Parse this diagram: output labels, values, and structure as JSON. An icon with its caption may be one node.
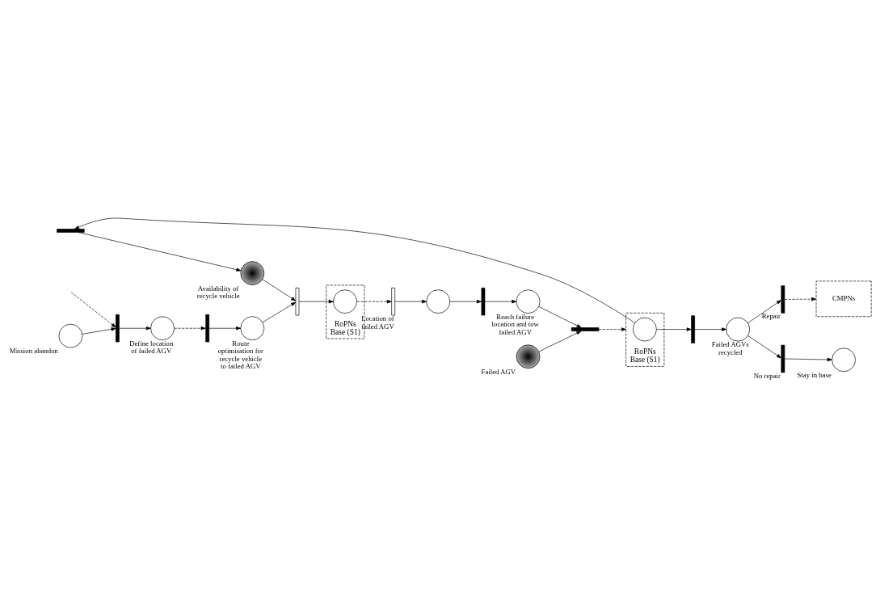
{
  "diagram": {
    "nodes": [
      {
        "text": [],
        "shape": "token",
        "beside": [
          "Availability of recycle vehicle"
        ]
      },
      {
        "text": [],
        "shape": "circle",
        "beside": [
          "Mission abandon"
        ]
      },
      {
        "text": [],
        "shape": "bar"
      },
      {
        "text": [],
        "shape": "circle",
        "beside": [
          "Define location of failed AGV"
        ]
      },
      {
        "text": [],
        "shape": "bar"
      },
      {
        "text": [],
        "shape": "circle",
        "beside": [
          "Route optimisation for recycle vehicle to failed AGV"
        ]
      },
      {
        "text": [],
        "shape": "box"
      },
      {
        "text": [
          "RoPNs",
          "Base (S1)"
        ]
      },
      {
        "text": [],
        "shape": "circle",
        "in": 7
      },
      {
        "text": [],
        "shape": "box",
        "beside": [
          "Location of failed AGV"
        ]
      },
      {
        "text": [],
        "shape": "circle"
      },
      {
        "text": [],
        "shape": "bar"
      },
      {
        "text": [],
        "shape": "circle",
        "beside": [
          "Reach failure location and tow failed AGV"
        ]
      },
      {
        "text": [],
        "shape": "token",
        "beside": [
          "Failed AGV"
        ]
      },
      {
        "text": [],
        "shape": "bar"
      },
      {
        "text": [
          "RoPNs",
          "Base (S1)"
        ]
      },
      {
        "text": [],
        "shape": "circle",
        "in": 15
      },
      {
        "text": [],
        "shape": "bar"
      },
      {
        "text": [],
        "shape": "circle",
        "beside": [
          "Failed AGVs recycled"
        ]
      },
      {
        "text": [],
        "shape": "bar",
        "beside": [
          "Repair"
        ]
      },
      {
        "text": [
          "CMPNs"
        ]
      },
      {
        "text": [],
        "shape": "bar",
        "beside": [
          "No repair"
        ]
      },
      {
        "text": [],
        "shape": "circle",
        "beside": [
          "Stay in base"
        ]
      },
      {
        "text": [],
        "shape": "bar"
      }
    ],
    "edges": [
      {
        "from": null,
        "to": 2,
        "arrow": "to",
        "style": "dashed"
      },
      {
        "from": 1,
        "to": 2,
        "arrow": "to"
      },
      {
        "from": 2,
        "to": 3,
        "arrow": "to"
      },
      {
        "from": 3,
        "to": 4,
        "arrow": "to",
        "style": "dashed"
      },
      {
        "from": 4,
        "to": 5,
        "arrow": "to"
      },
      {
        "from": 5,
        "to": 6,
        "arrow": "to"
      },
      {
        "from": 0,
        "to": 6,
        "arrow": "to"
      },
      {
        "from": 6,
        "to": 8,
        "arrow": "to"
      },
      {
        "from": 8,
        "to": 9,
        "arrow": "to",
        "style": "dashed"
      },
      {
        "from": 9,
        "to": 10,
        "arrow": "to"
      },
      {
        "from": 10,
        "to": 11,
        "arrow": "to"
      },
      {
        "from": 11,
        "to": 12,
        "arrow": "to"
      },
      {
        "from": 12,
        "to": 14,
        "arrow": "to"
      },
      {
        "from": 13,
        "to": 14,
        "arrow": "to"
      },
      {
        "from": 14,
        "to": 15,
        "arrow": "to",
        "style": "dashed"
      },
      {
        "from": 16,
        "to": 17,
        "arrow": "to"
      },
      {
        "from": 17,
        "to": 18,
        "arrow": "to"
      },
      {
        "from": 18,
        "to": 19,
        "arrow": "to"
      },
      {
        "from": 19,
        "to": 20,
        "arrow": "to",
        "style": "dashed"
      },
      {
        "from": 18,
        "to": 21,
        "arrow": "to"
      },
      {
        "from": 21,
        "to": 22,
        "arrow": "to"
      },
      {
        "from": 16,
        "to": 23,
        "arrow": "to"
      },
      {
        "from": 23,
        "to": 0,
        "arrow": "to"
      }
    ]
  }
}
